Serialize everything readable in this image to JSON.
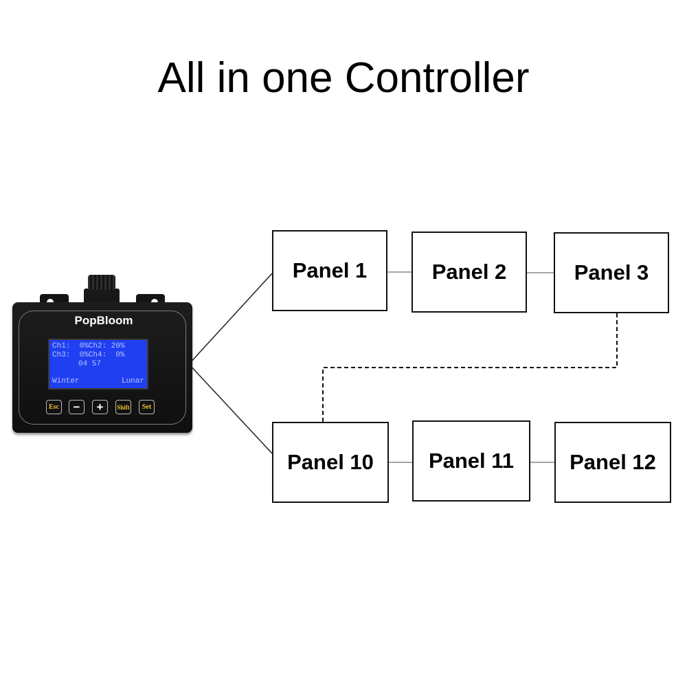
{
  "title": "All in one Controller",
  "controller": {
    "brand": "PopBloom",
    "lcd": {
      "line1": "Ch1:  0%Ch2: 20%",
      "line2": "Ch3:  0%Ch4:  0%",
      "line3": "04 57",
      "season": "Winter",
      "mode": "Lunar"
    },
    "buttons": {
      "esc": "Esc",
      "minus": "−",
      "plus": "+",
      "shift": "Shift",
      "set": "Set"
    }
  },
  "panels": {
    "p1": "Panel 1",
    "p2": "Panel 2",
    "p3": "Panel 3",
    "p10": "Panel 10",
    "p11": "Panel 11",
    "p12": "Panel 12"
  },
  "colors": {
    "lcd_background": "#1f3ff0",
    "button_text": "#f2c230",
    "device_body": "#141414"
  }
}
